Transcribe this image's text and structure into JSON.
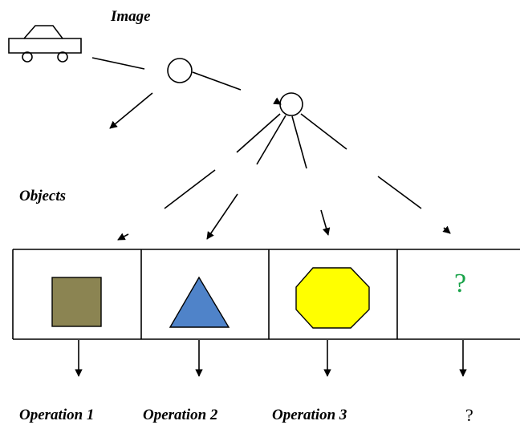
{
  "labels": {
    "image": "Image",
    "objects": "Objects",
    "unknown_shape": "?",
    "operations": [
      "Operation 1",
      "Operation 2",
      "Operation 3",
      "?"
    ]
  },
  "colors": {
    "square": "#8b8452",
    "triangle": "#4f83c9",
    "octagon": "#ffff00",
    "question_mark": "#1aa34a"
  },
  "icons": [
    "car-icon",
    "tree-node-root",
    "tree-node-child"
  ]
}
